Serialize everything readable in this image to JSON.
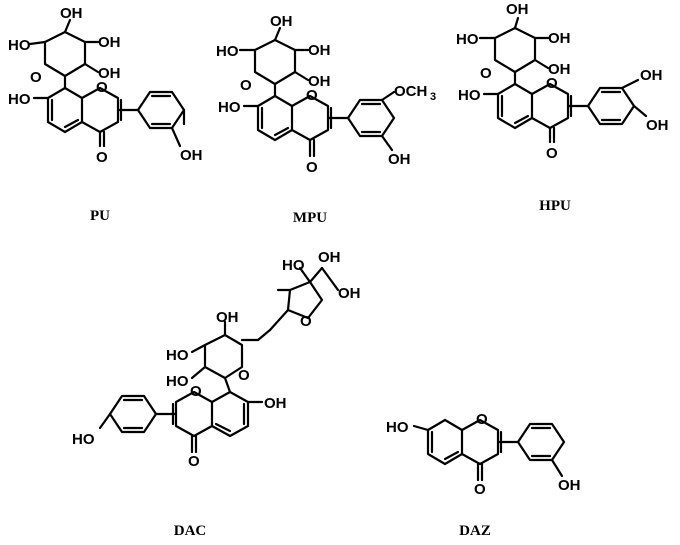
{
  "compounds": {
    "pu": {
      "name": "PU",
      "labels": {
        "oh": "OH",
        "ho": "HO",
        "o": "O"
      }
    },
    "mpu": {
      "name": "MPU",
      "labels": {
        "oh": "OH",
        "ho": "HO",
        "o": "O",
        "och3": "OCH",
        "och3_sub": "3"
      }
    },
    "hpu": {
      "name": "HPU",
      "labels": {
        "oh": "OH",
        "ho": "HO",
        "o": "O"
      }
    },
    "dac": {
      "name": "DAC",
      "labels": {
        "oh": "OH",
        "ho": "HO",
        "o": "O"
      }
    },
    "daz": {
      "name": "DAZ",
      "labels": {
        "oh": "OH",
        "ho": "HO",
        "o": "O"
      }
    }
  }
}
